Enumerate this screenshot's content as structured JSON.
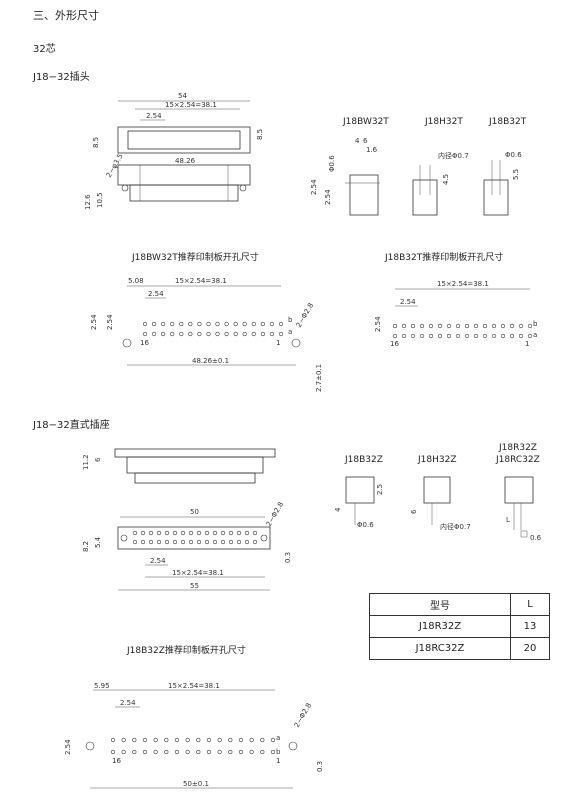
{
  "section_title": "三、外形尺寸",
  "subtitle_32": "32芯",
  "plug": {
    "title": "J18−32插头",
    "dims": {
      "overall": "54",
      "pitch_span": "15×2.54=38.1",
      "pitch": "2.54",
      "height_a": "8.5",
      "height_b": "8.5",
      "mount_holes": "2−φ3.5",
      "width_mid": "48.26",
      "height_total": "12.6",
      "height_sub": "10.5"
    },
    "variants": [
      "J18BW32T",
      "J18H32T",
      "J18B32T"
    ],
    "variant_dims": {
      "bw_d1": "4",
      "bw_d2": "6",
      "bw_d3": "1.6",
      "bw_pin": "Φ0.6",
      "bw_h1": "2.54",
      "bw_h2": "2.54",
      "h_pin": "内径Φ0.7",
      "h_len": "4.5",
      "b_pin": "Φ0.6",
      "b_len": "5.5"
    },
    "pcb_bw": {
      "title": "J18BW32T推荐印制板开孔尺寸",
      "offset": "5.08",
      "span": "15×2.54=38.1",
      "pitch": "2.54",
      "row_a": "2.54",
      "row_b": "2.54",
      "holes": "2−Φ2.8",
      "base": "48.26±0.1",
      "height": "2.7±0.1",
      "label_16": "16",
      "label_1": "1",
      "row_label_b": "b",
      "row_label_a": "a"
    },
    "pcb_b": {
      "title": "J18B32T推荐印制板开孔尺寸",
      "span": "15×2.54=38.1",
      "pitch": "2.54",
      "row": "2.54",
      "label_16": "16",
      "label_1": "1",
      "row_label_b": "b",
      "row_label_a": "a"
    }
  },
  "socket": {
    "title": "J18−32直式插座",
    "dims": {
      "h1": "11.2",
      "h2": "6",
      "width": "50",
      "depth_a": "8.2",
      "depth_b": "5.4",
      "holes": "2−Φ2.8",
      "pitch": "2.54",
      "span": "15×2.54=38.1",
      "overall": "55",
      "thick": "0.3"
    },
    "variants": [
      "J18B32Z",
      "J18H32Z",
      "J18R32Z",
      "J18RC32Z"
    ],
    "variant_dims": {
      "b_len": "2.5",
      "b_h": "4",
      "b_pin": "Φ0.6",
      "h_h": "6",
      "h_pin": "内径Φ0.7",
      "r_pin": "0.6",
      "r_len": "L"
    },
    "pcb": {
      "title": "J18B32Z推荐印制板开孔尺寸",
      "offset": "5.95",
      "span": "15×2.54=38.1",
      "pitch": "2.54",
      "row": "2.54",
      "holes": "2−Φ2.8",
      "base": "50±0.1",
      "thick": "0.3",
      "label_16": "16",
      "label_1": "1",
      "row_label_a": "a",
      "row_label_b": "b"
    }
  },
  "spec_table": {
    "headers": [
      "型号",
      "L"
    ],
    "rows": [
      [
        "J18R32Z",
        "13"
      ],
      [
        "J18RC32Z",
        "20"
      ]
    ]
  }
}
